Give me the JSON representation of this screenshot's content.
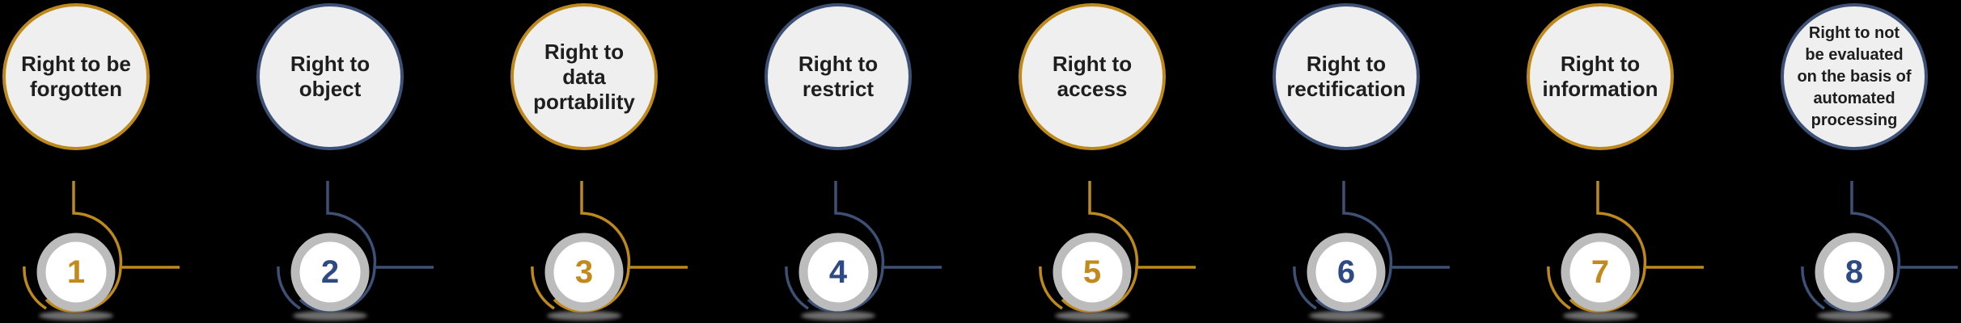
{
  "palette": {
    "gold_accent": "#BE891B",
    "gold_digit": "#C28A1C",
    "navy_accent": "#3D5075",
    "navy_digit": "#2E4A85",
    "bubble_fill": "#F0EFEF",
    "bubble_text": "#1E1E1E",
    "badge_ring_gray": "#BCBCBC",
    "badge_fill": "#FFFFFF",
    "background": "#000000"
  },
  "items": [
    {
      "number": "1",
      "label": "Right to be\nforgotten",
      "theme": "gold"
    },
    {
      "number": "2",
      "label": "Right to\nobject",
      "theme": "navy"
    },
    {
      "number": "3",
      "label": "Right to\ndata\nportability",
      "theme": "gold"
    },
    {
      "number": "4",
      "label": "Right to\nrestrict",
      "theme": "navy"
    },
    {
      "number": "5",
      "label": "Right to\naccess",
      "theme": "gold"
    },
    {
      "number": "6",
      "label": "Right to\nrectification",
      "theme": "navy"
    },
    {
      "number": "7",
      "label": "Right to\ninformation",
      "theme": "gold"
    },
    {
      "number": "8",
      "label": "Right to not\nbe evaluated\non the basis of\nautomated\nprocessing",
      "theme": "navy",
      "small_text": true
    }
  ]
}
